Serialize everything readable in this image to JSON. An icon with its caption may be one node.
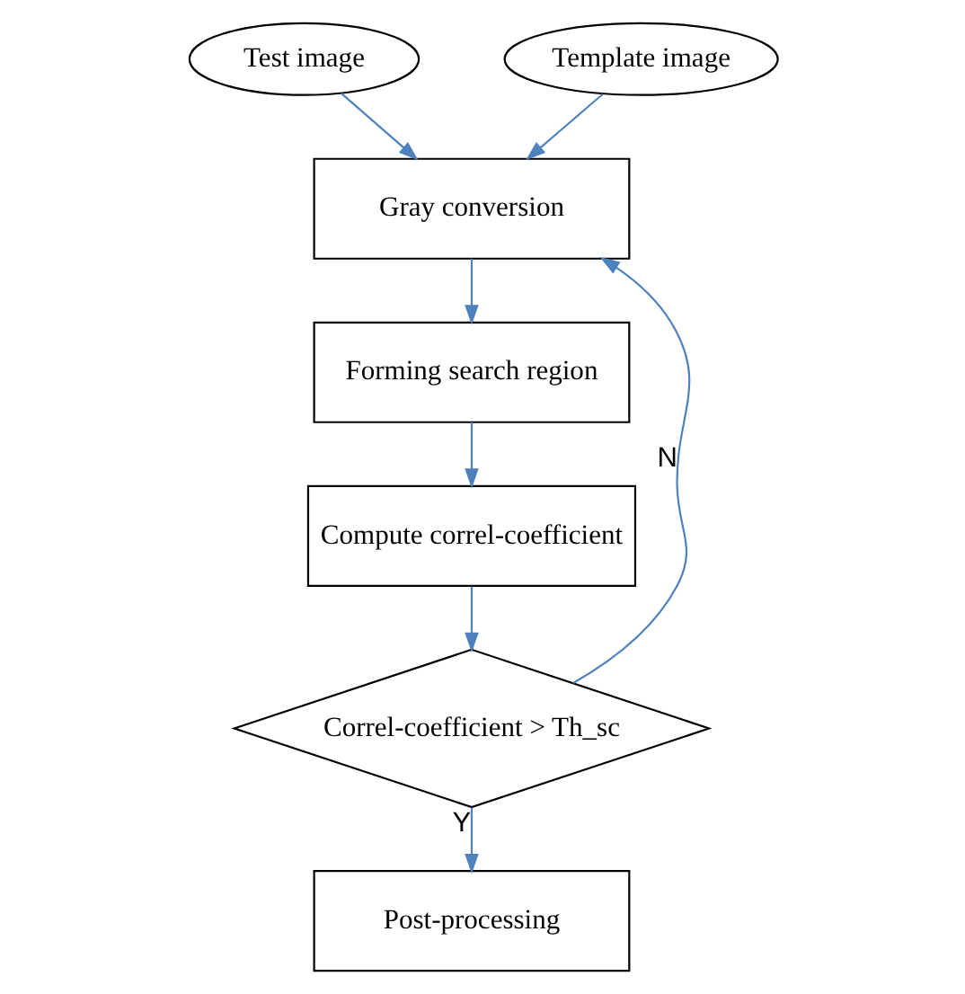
{
  "diagram": {
    "nodes": [
      {
        "text": [
          "Test image"
        ]
      },
      {
        "text": [
          "Template image"
        ]
      },
      {
        "text": [
          "Gray conversion"
        ]
      },
      {
        "text": [
          "Forming search region"
        ]
      },
      {
        "text": [
          "Compute correl-coefficient"
        ]
      },
      {
        "text": [
          "Correl-coefficient > Th_sc"
        ]
      },
      {
        "text": [
          "Post-processing"
        ]
      }
    ],
    "edges": [
      {
        "from": 0,
        "to": 2,
        "arrow": "to",
        "color": "#4f81bd"
      },
      {
        "from": 1,
        "to": 2,
        "arrow": "to",
        "color": "#4f81bd"
      },
      {
        "from": 2,
        "to": 3,
        "arrow": "to",
        "color": "#4f81bd"
      },
      {
        "from": 3,
        "to": 4,
        "arrow": "to",
        "color": "#4f81bd"
      },
      {
        "from": 4,
        "to": 5,
        "arrow": "to",
        "color": "#4f81bd"
      },
      {
        "from": 5,
        "to": 6,
        "arrow": "to",
        "label": "Y",
        "color": "#4f81bd"
      },
      {
        "from": 5,
        "to": 2,
        "arrow": "to",
        "label": "N",
        "color": "#4f81bd"
      }
    ]
  }
}
